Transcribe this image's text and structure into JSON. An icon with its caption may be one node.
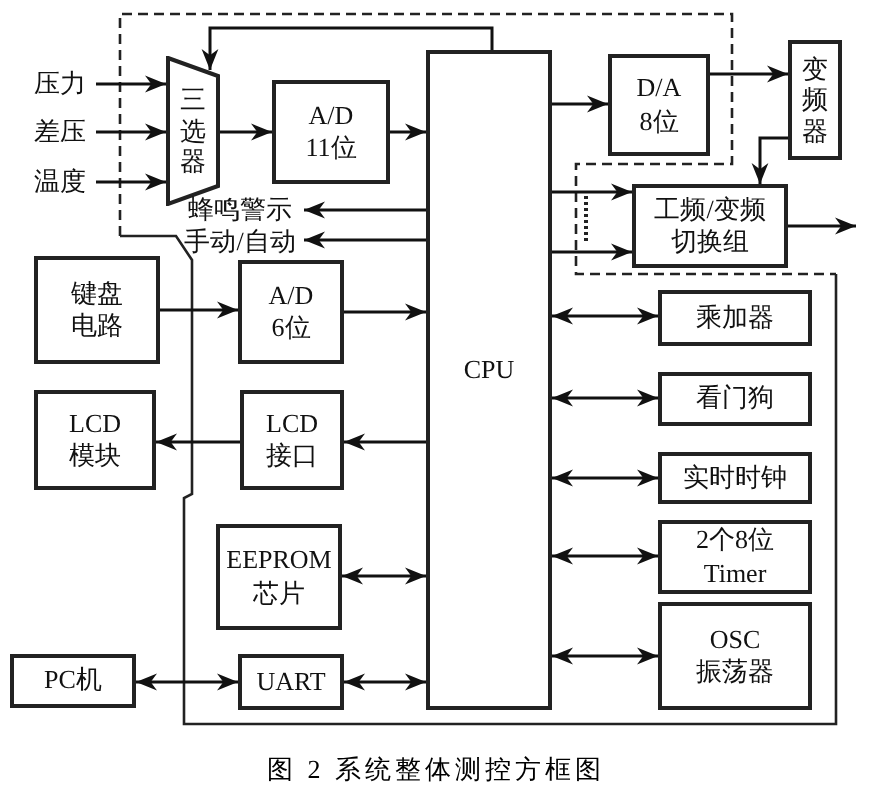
{
  "diagram": {
    "caption": "图 2 系统整体测控方框图",
    "nodes": [
      {
        "text": [
          "压力"
        ]
      },
      {
        "text": [
          "差压"
        ]
      },
      {
        "text": [
          "温度"
        ]
      },
      {
        "text": [
          "三选器"
        ]
      },
      {
        "text": [
          "A/D 11位"
        ]
      },
      {
        "text": [
          "CPU"
        ]
      },
      {
        "text": [
          "D/A 8位"
        ]
      },
      {
        "text": [
          "变频器"
        ]
      },
      {
        "text": [
          "工频/变频切换组"
        ]
      },
      {
        "text": [
          "蜂鸣警示"
        ]
      },
      {
        "text": [
          "手动/自动"
        ]
      },
      {
        "text": [
          "键盘电路"
        ]
      },
      {
        "text": [
          "A/D 6位"
        ]
      },
      {
        "text": [
          "LCD 模块"
        ]
      },
      {
        "text": [
          "LCD 接口"
        ]
      },
      {
        "text": [
          "EEPROM 芯片"
        ]
      },
      {
        "text": [
          "PC机"
        ]
      },
      {
        "text": [
          "UART"
        ]
      },
      {
        "text": [
          "乘加器"
        ]
      },
      {
        "text": [
          "看门狗"
        ]
      },
      {
        "text": [
          "实时时钟"
        ]
      },
      {
        "text": [
          "2个8位 Timer"
        ]
      },
      {
        "text": [
          "OSC 振荡器"
        ]
      }
    ],
    "edges": [
      {
        "from": 0,
        "to": 3,
        "arrow": "to"
      },
      {
        "from": 1,
        "to": 3,
        "arrow": "to"
      },
      {
        "from": 2,
        "to": 3,
        "arrow": "to"
      },
      {
        "from": 3,
        "to": 4,
        "arrow": "to"
      },
      {
        "from": 4,
        "to": 5,
        "arrow": "to"
      },
      {
        "from": 5,
        "to": 3,
        "arrow": "to"
      },
      {
        "from": 5,
        "to": 9,
        "arrow": "to"
      },
      {
        "from": 5,
        "to": 10,
        "arrow": "to"
      },
      {
        "from": 5,
        "to": 6,
        "arrow": "to"
      },
      {
        "from": 6,
        "to": 7,
        "arrow": "to"
      },
      {
        "from": 7,
        "to": 8,
        "arrow": "to"
      },
      {
        "from": 5,
        "to": 8,
        "arrow": "to"
      },
      {
        "from": 5,
        "to": 8,
        "arrow": "to"
      },
      {
        "from": 8,
        "to": null,
        "arrow": "to"
      },
      {
        "from": 11,
        "to": 12,
        "arrow": "to"
      },
      {
        "from": 12,
        "to": 5,
        "arrow": "to"
      },
      {
        "from": 5,
        "to": 14,
        "arrow": "to"
      },
      {
        "from": 14,
        "to": 13,
        "arrow": "to"
      },
      {
        "from": 15,
        "to": 5,
        "arrow": "both"
      },
      {
        "from": 16,
        "to": 17,
        "arrow": "both"
      },
      {
        "from": 17,
        "to": 5,
        "arrow": "both"
      },
      {
        "from": 5,
        "to": 18,
        "arrow": "both"
      },
      {
        "from": 5,
        "to": 19,
        "arrow": "both"
      },
      {
        "from": 5,
        "to": 20,
        "arrow": "both"
      },
      {
        "from": 5,
        "to": 21,
        "arrow": "both"
      },
      {
        "from": 5,
        "to": 22,
        "arrow": "both"
      }
    ]
  }
}
